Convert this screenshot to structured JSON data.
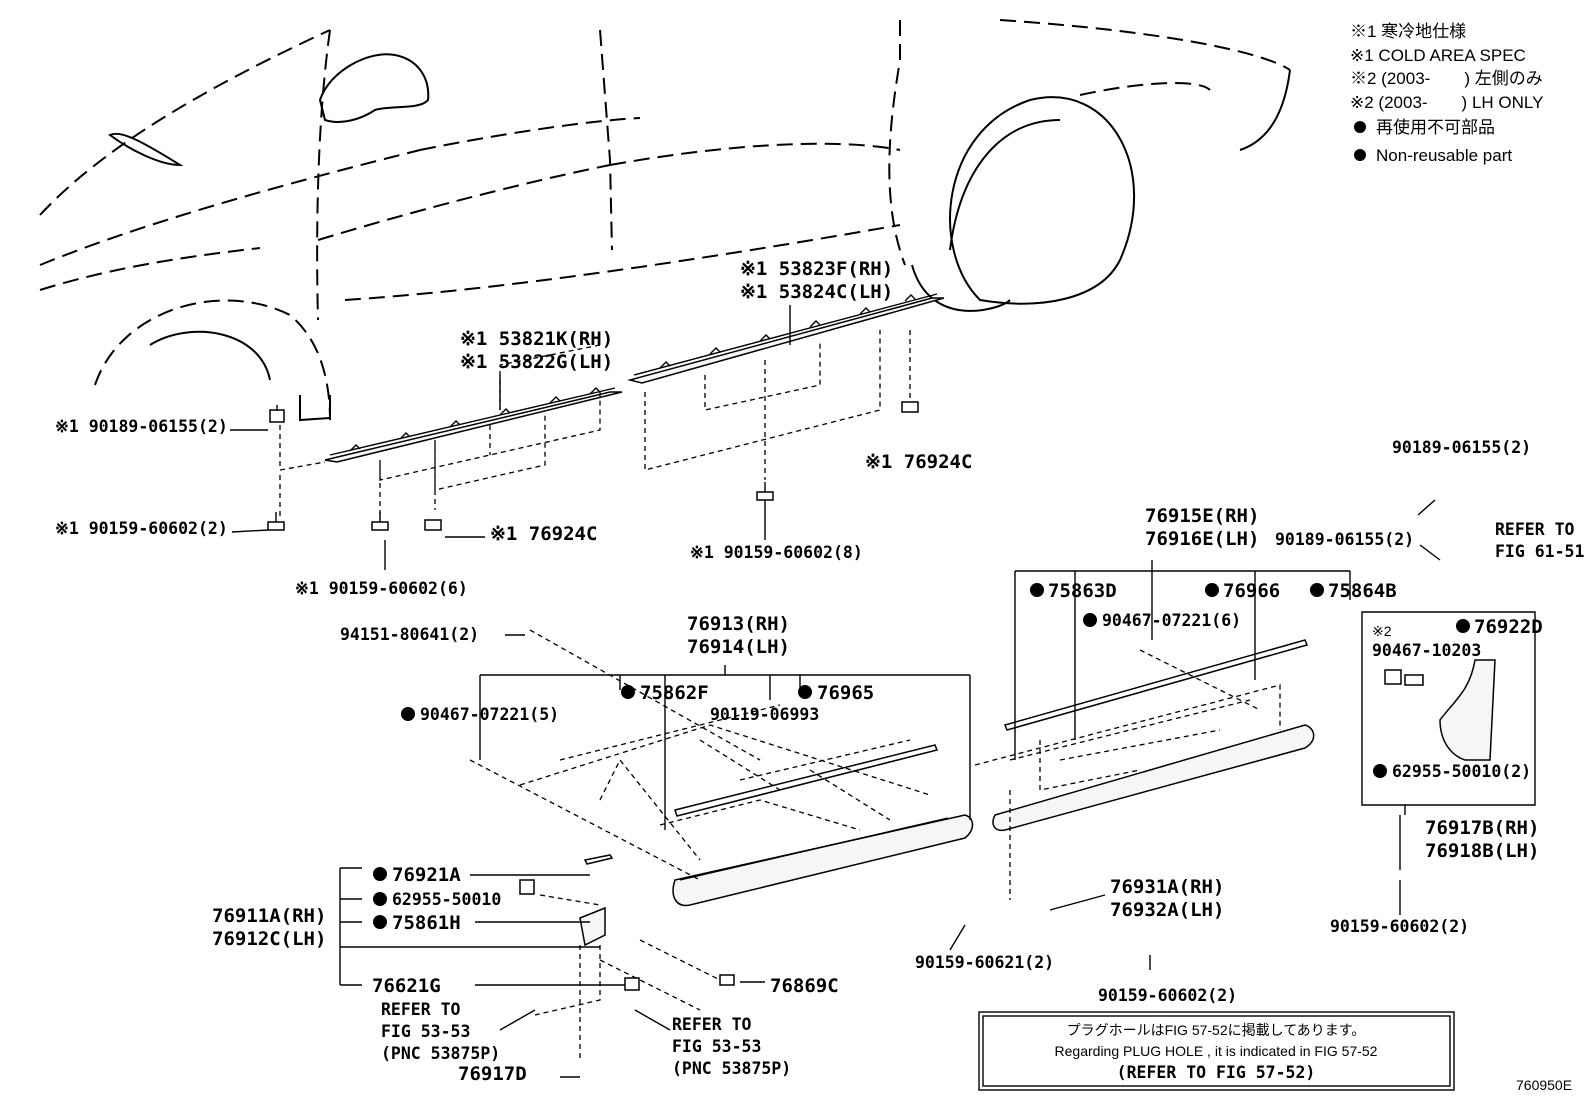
{
  "legend": {
    "line1": "※1 寒冷地仕様",
    "line2": "※1 COLD AREA SPEC",
    "line3": "※2 (2003-　　) 左側のみ",
    "line4": "※2 (2003-　　) LH ONLY",
    "line5": "再使用不可部品",
    "line6": "Non-reusable part"
  },
  "labels": {
    "p53823": "※1 53823F(RH)",
    "p53824": "※1 53824C(LH)",
    "p53821": "※1 53821K(RH)",
    "p53822": "※1 53822G(LH)",
    "p90189_left": "※1 90189-06155(2)",
    "p90159_left": "※1 90159-60602(2)",
    "p76924_mid": "※1 76924C",
    "p76924_right": "※1 76924C",
    "p90159_6": "※1 90159-60602(6)",
    "p90159_8": "※1 90159-60602(8)",
    "p90189_tr": "90189-06155(2)",
    "refer_61_a": "REFER TO",
    "refer_61_b": "FIG 61-51",
    "p76915": "76915E(RH)",
    "p76916": "76916E(LH)",
    "p90189_mid": "90189-06155(2)",
    "p75863": "75863D",
    "p76966": "76966",
    "p75864": "75864B",
    "p90467_6": "90467-07221(6)",
    "p76922": "76922D",
    "note2": "※2",
    "p90467_10203": "90467-10203",
    "p62955_2": "62955-50010(2)",
    "p76917b": "76917B(RH)",
    "p76918b": "76918B(LH)",
    "p90159_r2": "90159-60602(2)",
    "p94151": "94151-80641(2)",
    "p76913": "76913(RH)",
    "p76914": "76914(LH)",
    "p75862": "75862F",
    "p76965": "76965",
    "p90467_5": "90467-07221(5)",
    "p90119": "90119-06993",
    "p76921": "76921A",
    "p62955": "62955-50010",
    "p75861": "75861H",
    "p76911": "76911A(RH)",
    "p76912": "76912C(LH)",
    "p76621": "76621G",
    "refer53a_1": "REFER TO",
    "refer53a_2": "FIG 53-53",
    "refer53a_3": "(PNC 53875P)",
    "p76869": "76869C",
    "refer53b_1": "REFER TO",
    "refer53b_2": "FIG 53-53",
    "refer53b_3": "(PNC 53875P)",
    "p76917d": "76917D",
    "p76931": "76931A(RH)",
    "p76932": "76932A(LH)",
    "p90159_621": "90159-60621(2)",
    "p90159_602b": "90159-60602(2)",
    "plug_jp": "プラグホールはFIG 57-52に掲載してあります。",
    "plug_en": "Regarding PLUG HOLE , it is indicated in FIG 57-52",
    "plug_ref": "(REFER TO FIG 57-52)",
    "fig_no": "760950E"
  }
}
